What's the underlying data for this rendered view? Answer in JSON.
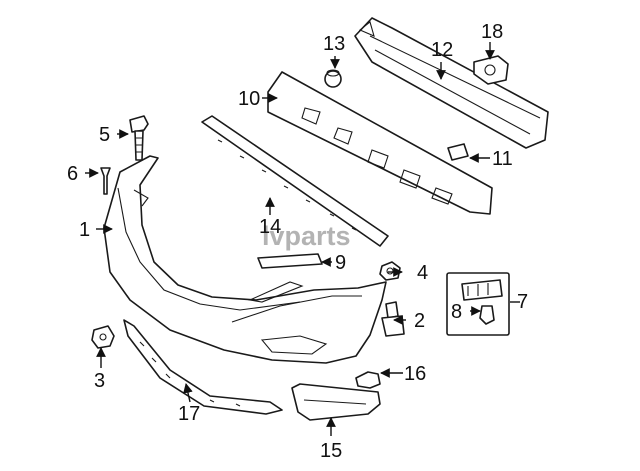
{
  "diagram": {
    "watermark": "lvparts",
    "callouts": {
      "c1": "1",
      "c2": "2",
      "c3": "3",
      "c4": "4",
      "c5": "5",
      "c6": "6",
      "c7": "7",
      "c8": "8",
      "c9": "9",
      "c10": "10",
      "c11": "11",
      "c12": "12",
      "c13": "13",
      "c14": "14",
      "c15": "15",
      "c16": "16",
      "c17": "17",
      "c18": "18"
    }
  }
}
